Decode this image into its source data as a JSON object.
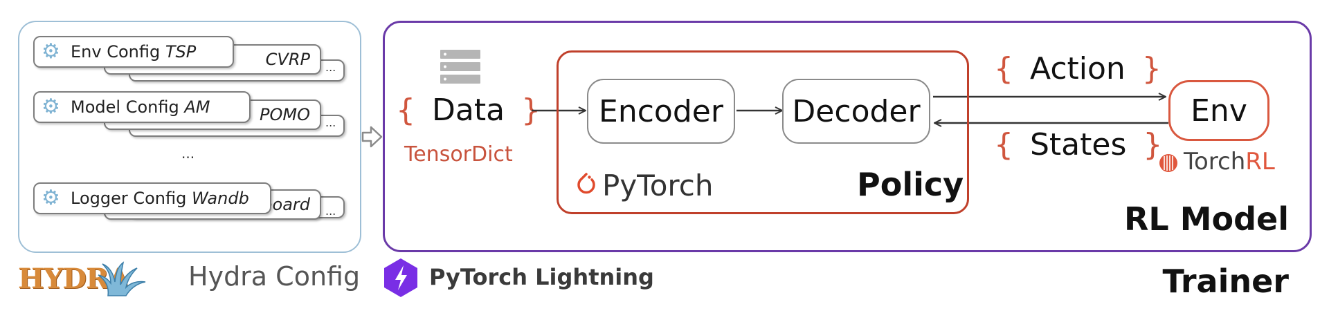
{
  "hydra": {
    "logo_text": "HYDRA",
    "caption": "Hydra Config",
    "cards": [
      {
        "name": "Env Config",
        "value": "TSP",
        "variant": "CVRP",
        "more": "..."
      },
      {
        "name": "Model Config",
        "value": "AM",
        "variant": "POMO",
        "more": "..."
      },
      {
        "name": "Logger Config",
        "value": "Wandb",
        "variant": "rboard",
        "more": "..."
      }
    ],
    "ellipsis": "..."
  },
  "lightning": {
    "label": "PyTorch Lightning"
  },
  "trainer_label": "Trainer",
  "model": {
    "title": "RL Model",
    "data": {
      "open": "{",
      "label": "Data",
      "close": "}",
      "caption": "TensorDict"
    },
    "policy": {
      "label": "Policy",
      "encoder": "Encoder",
      "decoder": "Decoder",
      "pytorch": "PyTorch"
    },
    "action": {
      "open": "{",
      "label": "Action",
      "close": "}"
    },
    "states": {
      "open": "{",
      "label": "States",
      "close": "}"
    },
    "env": {
      "label": "Env",
      "torchrl_a": "Torch",
      "torchrl_b": "RL"
    }
  },
  "colors": {
    "accent_red": "#c0402b",
    "torch_orange": "#d9583f",
    "purple": "#6a3aa8",
    "hydra_blue": "#9ebfd6"
  }
}
